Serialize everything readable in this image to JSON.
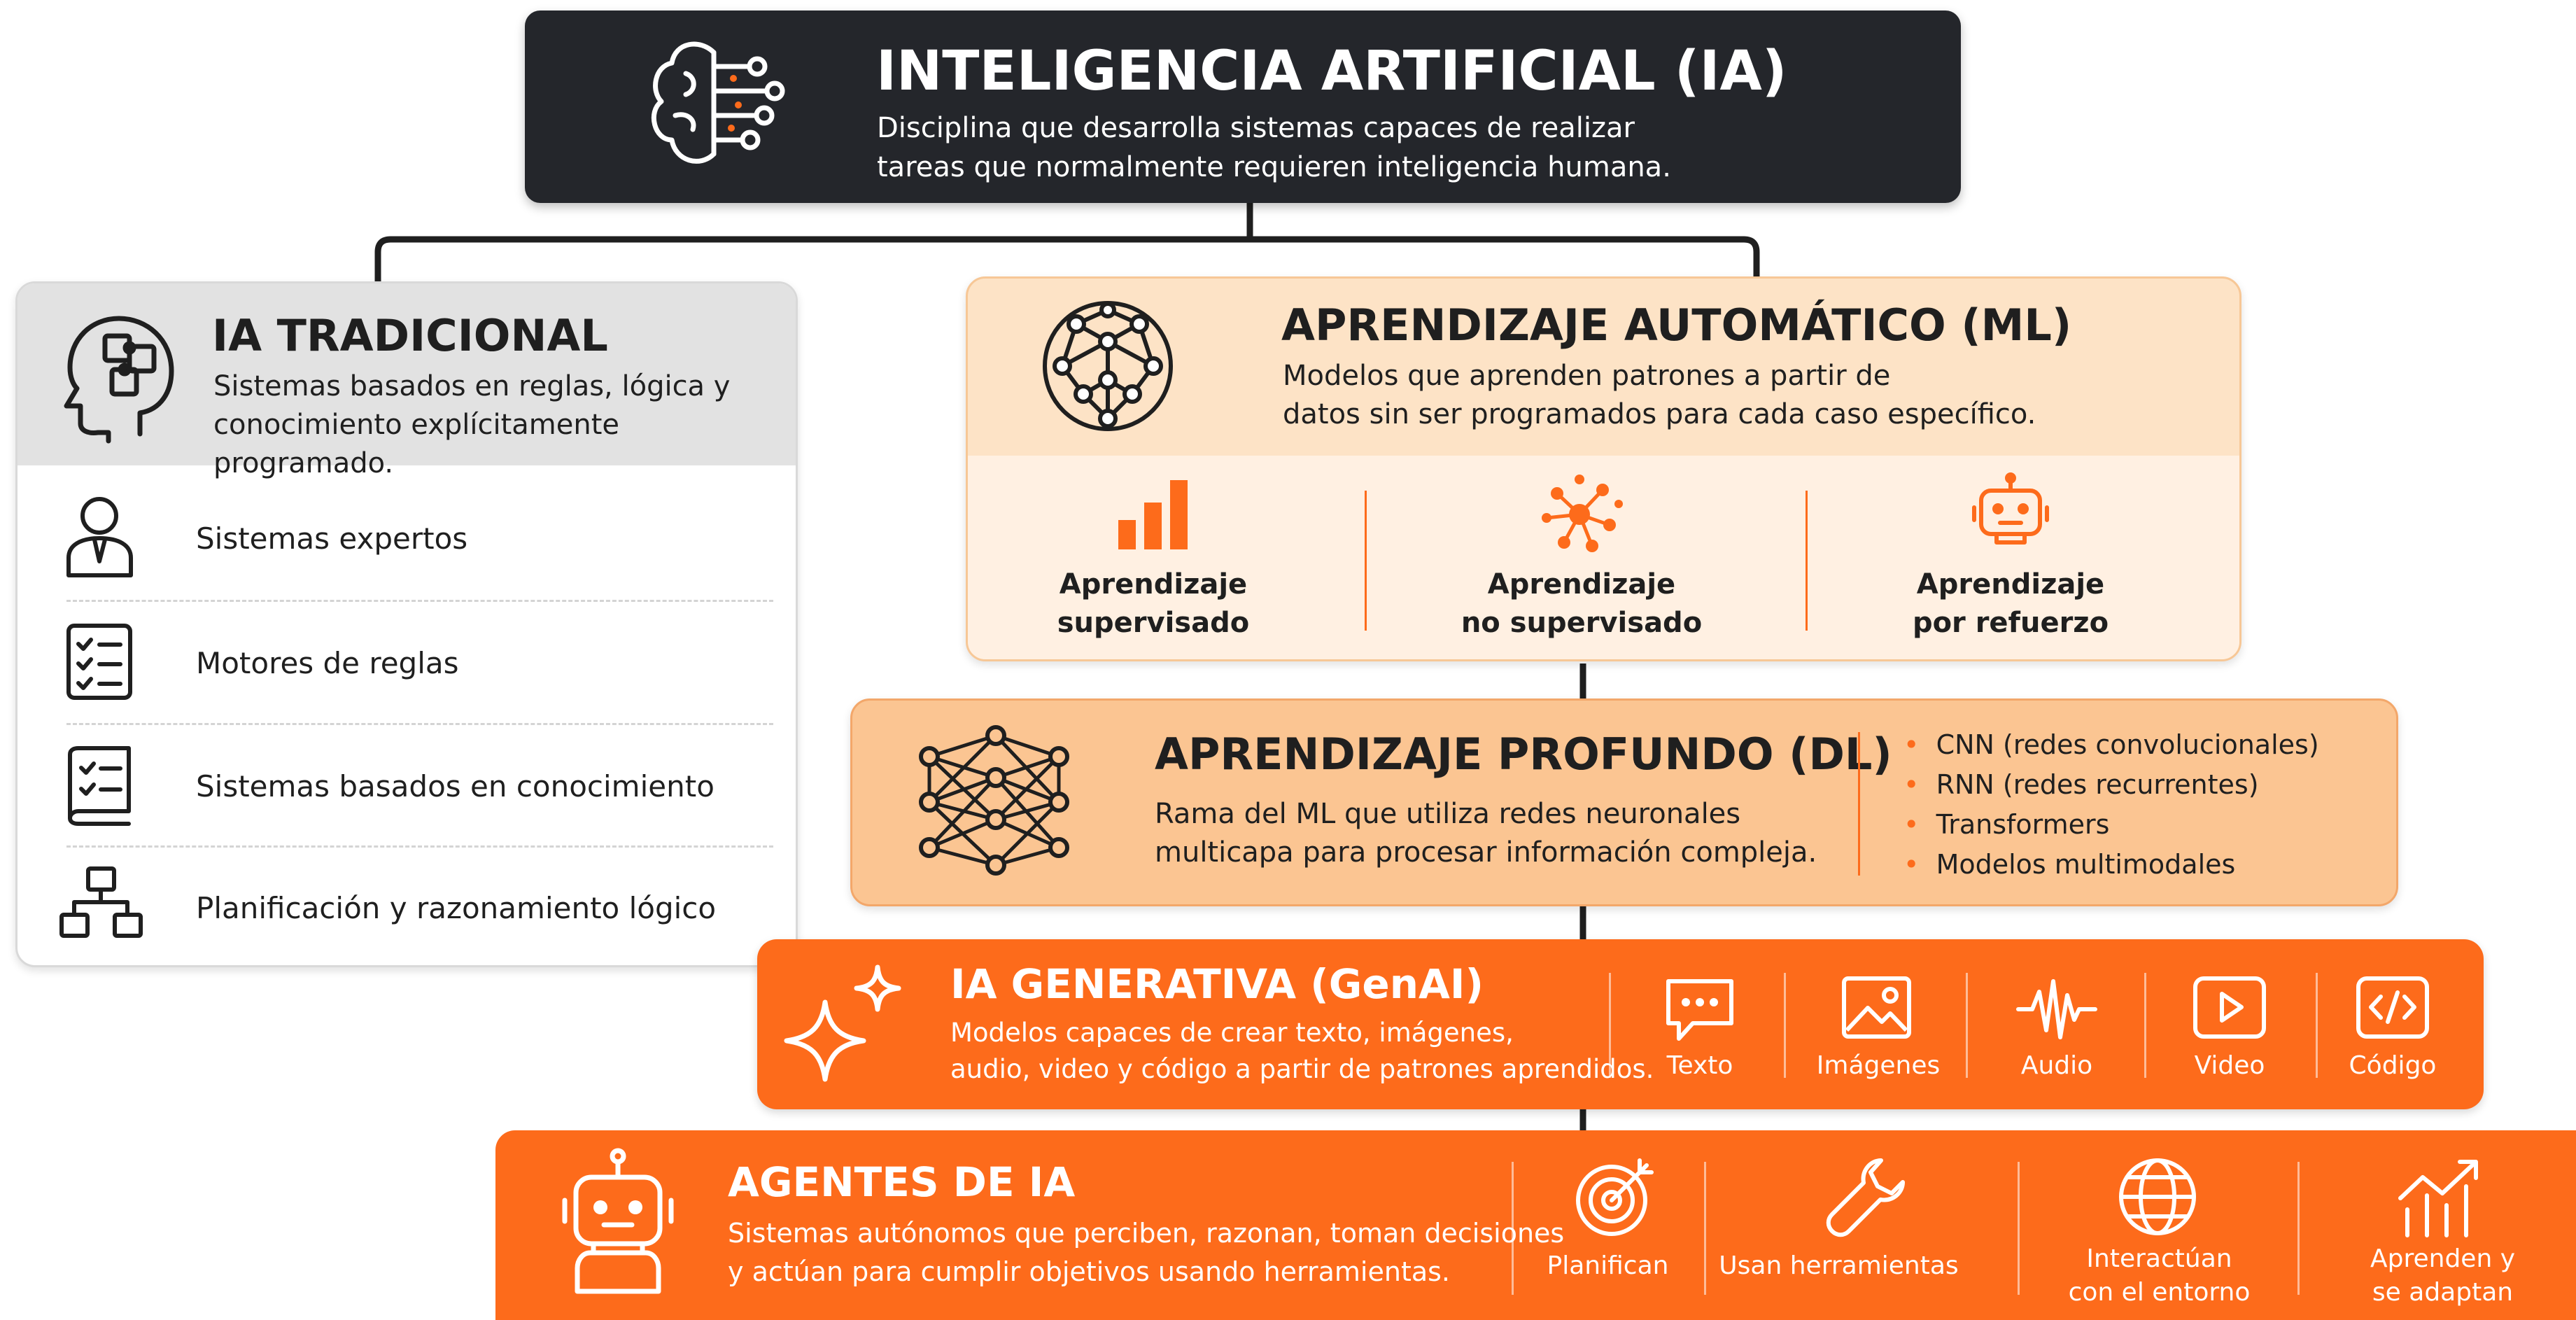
{
  "colors": {
    "dark": "#24262b",
    "ml_fill": "#fde3c6",
    "dl_fill": "#fbc592",
    "orange": "#fd6b1b",
    "trad_header": "#e2e2e2",
    "line": "#1f1f1f"
  },
  "ai": {
    "title": "INTELIGENCIA ARTIFICIAL (IA)",
    "description": "Disciplina que desarrolla sistemas capaces de realizar\ntareas que normalmente requieren inteligencia humana.",
    "icon": "brain-circuit-icon"
  },
  "traditional": {
    "title": "IA TRADICIONAL",
    "description": "Sistemas basados en reglas, lógica y\nconocimiento explícitamente programado.",
    "icon": "puzzle-head-icon",
    "items": [
      {
        "label": "Sistemas expertos",
        "icon": "expert-person-icon"
      },
      {
        "label": "Motores de reglas",
        "icon": "checklist-icon"
      },
      {
        "label": "Sistemas basados en conocimiento",
        "icon": "knowledge-book-icon"
      },
      {
        "label": "Planificación y razonamiento lógico",
        "icon": "hierarchy-icon"
      }
    ]
  },
  "ml": {
    "title": "APRENDIZAJE AUTOMÁTICO (ML)",
    "description": "Modelos que aprenden patrones a partir de\ndatos sin ser programados para cada caso específico.",
    "icon": "neural-network-icon",
    "types": [
      {
        "label": "Aprendizaje\nsupervisado",
        "icon": "bar-chart-icon"
      },
      {
        "label": "Aprendizaje\nno supervisado",
        "icon": "cluster-icon"
      },
      {
        "label": "Aprendizaje\npor refuerzo",
        "icon": "robot-icon"
      }
    ]
  },
  "dl": {
    "title": "APRENDIZAJE PROFUNDO (DL)",
    "description": "Rama del ML que utiliza redes neuronales\nmulticapa para procesar información compleja.",
    "icon": "deep-network-icon",
    "bullets": [
      "CNN (redes convolucionales)",
      "RNN (redes recurrentes)",
      "Transformers",
      "Modelos multimodales"
    ]
  },
  "genai": {
    "title": "IA GENERATIVA (GenAI)",
    "description": "Modelos capaces de crear texto, imágenes,\naudio, video y código a partir de patrones aprendidos.",
    "icon": "sparkle-icon",
    "outputs": [
      {
        "label": "Texto",
        "icon": "chat-bubble-icon"
      },
      {
        "label": "Imágenes",
        "icon": "image-icon"
      },
      {
        "label": "Audio",
        "icon": "waveform-icon"
      },
      {
        "label": "Video",
        "icon": "play-icon"
      },
      {
        "label": "Código",
        "icon": "code-icon"
      }
    ]
  },
  "agents": {
    "title": "AGENTES DE IA",
    "description": "Sistemas autónomos que perciben, razonan, toman decisiones\ny actúan para cumplir objetivos usando herramientas.",
    "icon": "agent-robot-icon",
    "capabilities": [
      {
        "label": "Planifican",
        "icon": "target-icon"
      },
      {
        "label": "Usan herramientas",
        "icon": "wrench-icon"
      },
      {
        "label": "Interactúan\ncon el entorno",
        "icon": "globe-icon"
      },
      {
        "label": "Aprenden y\nse adaptan",
        "icon": "growth-chart-icon"
      }
    ]
  }
}
